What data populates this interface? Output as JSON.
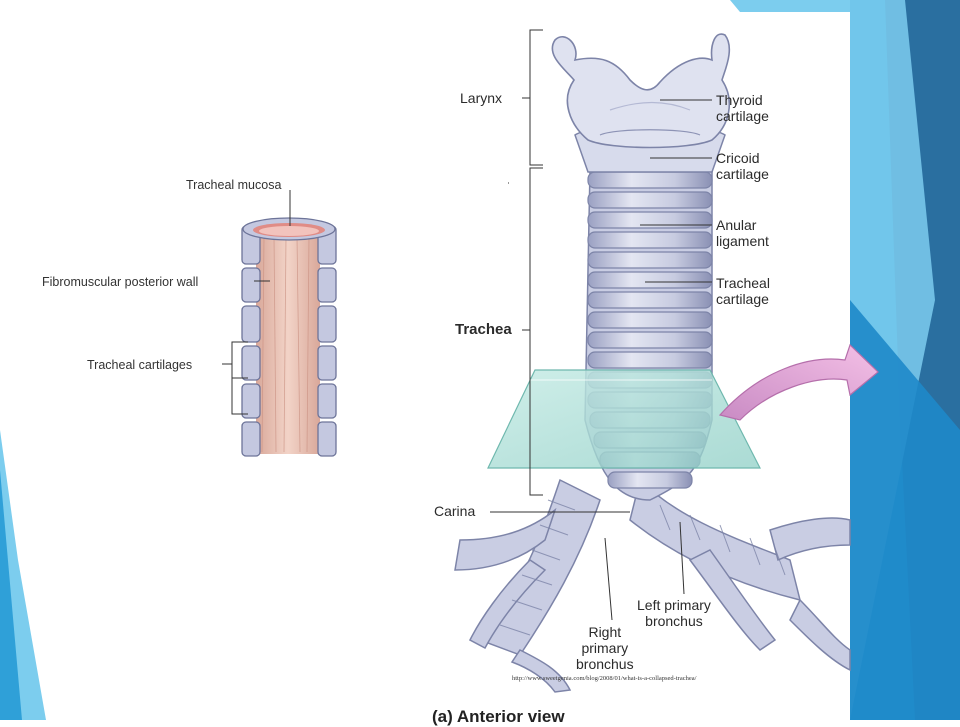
{
  "left_diagram": {
    "labels": {
      "mucosa": "Tracheal mucosa",
      "posterior_wall": "Fibromuscular posterior wall",
      "cartilages": "Tracheal cartilages"
    }
  },
  "right_diagram": {
    "labels": {
      "larynx": "Larynx",
      "thyroid": [
        "Thyroid",
        "cartilage"
      ],
      "cricoid": [
        "Cricoid",
        "cartilage"
      ],
      "anular": [
        "Anular",
        "ligament"
      ],
      "tracheal_cart": [
        "Tracheal",
        "cartilage"
      ],
      "trachea": "Trachea",
      "carina": "Carina",
      "left_bronchus": [
        "Left primary",
        "bronchus"
      ],
      "right_bronchus": [
        "Right",
        "primary",
        "bronchus"
      ]
    },
    "source_url": "http://www.sweetgenia.com/blog/2008/01/what-is-a-collapsed-trachea/",
    "caption": "(a) Anterior view"
  },
  "colors": {
    "slide_blue_dark": "#2a6fa0",
    "slide_blue_mid": "#2fa0d8",
    "slide_blue_light": "#7ccdee",
    "cartilage": "#c9cde3",
    "cartilage_shadow": "#8f96b8",
    "muscle": "#e9c3b6",
    "mucosa": "#e08c86",
    "glass": "#9fd8d0",
    "arrow": "#e8a0d4"
  }
}
